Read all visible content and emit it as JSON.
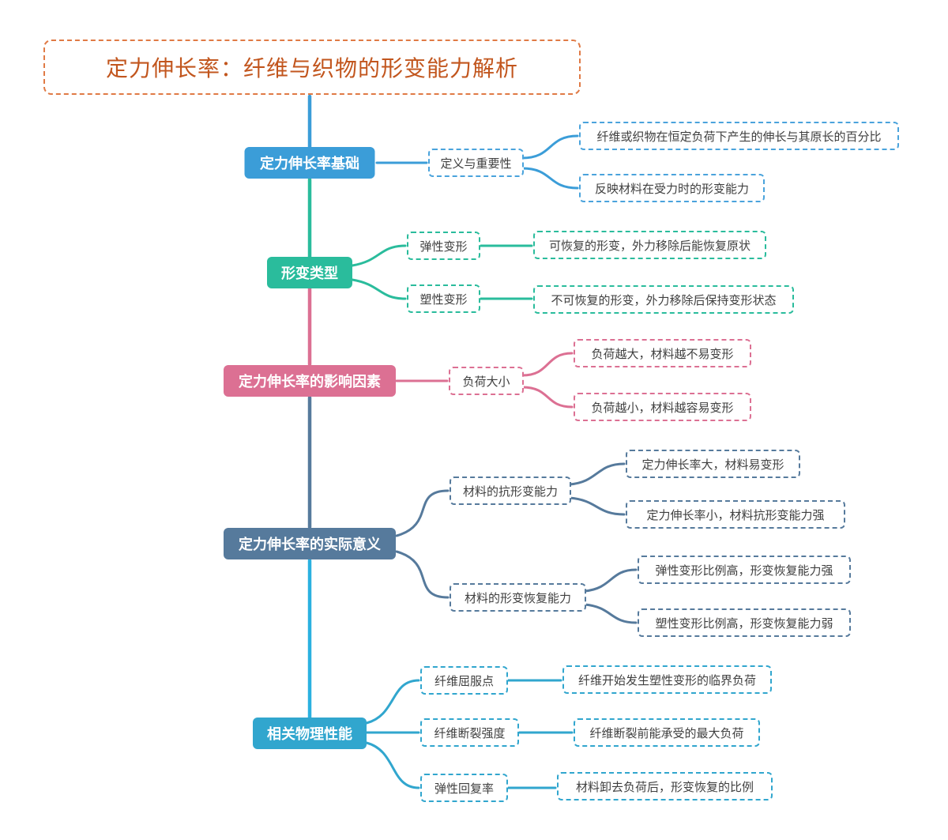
{
  "title": "定力伸长率：纤维与织物的形变能力解析",
  "palette": {
    "title_text": "#c2561e",
    "title_border": "#e07a45",
    "branch_basics": "#3b9dd8",
    "branch_deform_types": "#2abc9c",
    "branch_factors": "#dc7093",
    "branch_meaning": "#567a9c",
    "branch_properties": "#31a6ce",
    "spine_bottom_segment": "#2bb1e0",
    "dashed_box_text": "#3f3f3f",
    "background": "#ffffff"
  },
  "branches": [
    {
      "label": "定力伸长率基础",
      "children": [
        {
          "label": "定义与重要性",
          "children": [
            {
              "label": "纤维或织物在恒定负荷下产生的伸长与其原长的百分比"
            },
            {
              "label": "反映材料在受力时的形变能力"
            }
          ]
        }
      ]
    },
    {
      "label": "形变类型",
      "children": [
        {
          "label": "弹性变形",
          "children": [
            {
              "label": "可恢复的形变，外力移除后能恢复原状"
            }
          ]
        },
        {
          "label": "塑性变形",
          "children": [
            {
              "label": "不可恢复的形变，外力移除后保持变形状态"
            }
          ]
        }
      ]
    },
    {
      "label": "定力伸长率的影响因素",
      "children": [
        {
          "label": "负荷大小",
          "children": [
            {
              "label": "负荷越大，材料越不易变形"
            },
            {
              "label": "负荷越小，材料越容易变形"
            }
          ]
        }
      ]
    },
    {
      "label": "定力伸长率的实际意义",
      "children": [
        {
          "label": "材料的抗形变能力",
          "children": [
            {
              "label": "定力伸长率大，材料易变形"
            },
            {
              "label": "定力伸长率小，材料抗形变能力强"
            }
          ]
        },
        {
          "label": "材料的形变恢复能力",
          "children": [
            {
              "label": "弹性变形比例高，形变恢复能力强"
            },
            {
              "label": "塑性变形比例高，形变恢复能力弱"
            }
          ]
        }
      ]
    },
    {
      "label": "相关物理性能",
      "children": [
        {
          "label": "纤维屈服点",
          "children": [
            {
              "label": "纤维开始发生塑性变形的临界负荷"
            }
          ]
        },
        {
          "label": "纤维断裂强度",
          "children": [
            {
              "label": "纤维断裂前能承受的最大负荷"
            }
          ]
        },
        {
          "label": "弹性回复率",
          "children": [
            {
              "label": "材料卸去负荷后，形变恢复的比例"
            }
          ]
        }
      ]
    }
  ]
}
